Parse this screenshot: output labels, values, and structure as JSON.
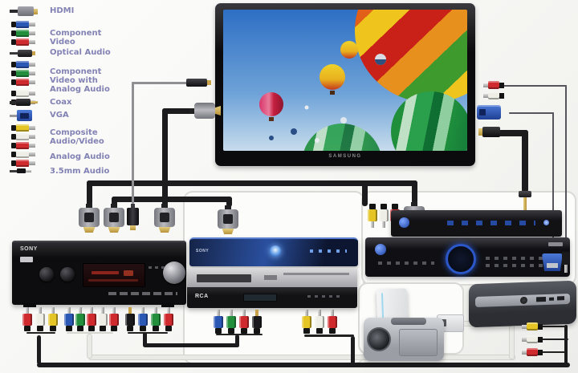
{
  "legend": {
    "items": [
      {
        "label": "HDMI",
        "icon": "hdmi-plug-icon"
      },
      {
        "label": "Component Video",
        "icon": "component-video-plugs-icon"
      },
      {
        "label": "Optical Audio",
        "icon": "optical-plug-icon"
      },
      {
        "label": "Component Video with Analog Audio",
        "icon": "component-analog-plugs-icon"
      },
      {
        "label": "Coax",
        "icon": "coax-plug-icon"
      },
      {
        "label": "VGA",
        "icon": "vga-plug-icon"
      },
      {
        "label": "Composite Audio/Video",
        "icon": "composite-plugs-icon"
      },
      {
        "label": "Analog Audio",
        "icon": "analog-audio-plugs-icon"
      },
      {
        "label": "3.5mm Audio",
        "icon": "audio-35mm-plug-icon"
      }
    ]
  },
  "tv": {
    "brand": "SAMSUNG"
  },
  "devices": {
    "receiver": {
      "brand": "SONY",
      "type": "AV receiver"
    },
    "bluray": {
      "brand": "SONY",
      "type": "Blu-ray player"
    },
    "vcr": {
      "brand": "RCA",
      "type": "VCR/DVD combo"
    },
    "satellite1": {
      "type": "satellite receiver"
    },
    "satellite2": {
      "type": "satellite DVR receiver"
    },
    "wii": {
      "type": "game console"
    },
    "laptop": {
      "type": "laptop"
    },
    "camcorder": {
      "type": "camcorder"
    }
  },
  "colors": {
    "legend_text": "#8282b4",
    "rca_red": "#cf2a2e",
    "rca_white": "#efeee6",
    "rca_yellow": "#e5c526",
    "rca_blue": "#2b57b5",
    "rca_green": "#238f3c",
    "gold": "#c8a14b",
    "cable_black": "#1c1c1e",
    "cable_white": "#e9e9e5",
    "vga_blue": "#2f5ec2",
    "sat_blue": "#2b57c8"
  }
}
